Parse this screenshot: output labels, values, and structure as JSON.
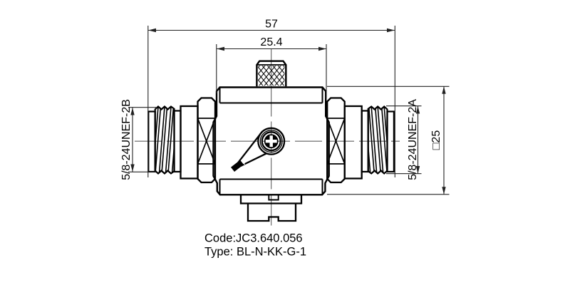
{
  "dimensions": {
    "overall_width": "57",
    "body_width": "25.4",
    "left_thread": "5/8-24UNEF-2B",
    "right_thread": "5/8-24UNEF-2A",
    "body_square": "□25"
  },
  "labels": {
    "code": "Code:JC3.640.056",
    "type": "Type: BL-N-KK-G-1"
  },
  "colors": {
    "outline": "#000000",
    "dimension_lines": "#222222",
    "centerline": "#606060",
    "background": "#ffffff"
  }
}
